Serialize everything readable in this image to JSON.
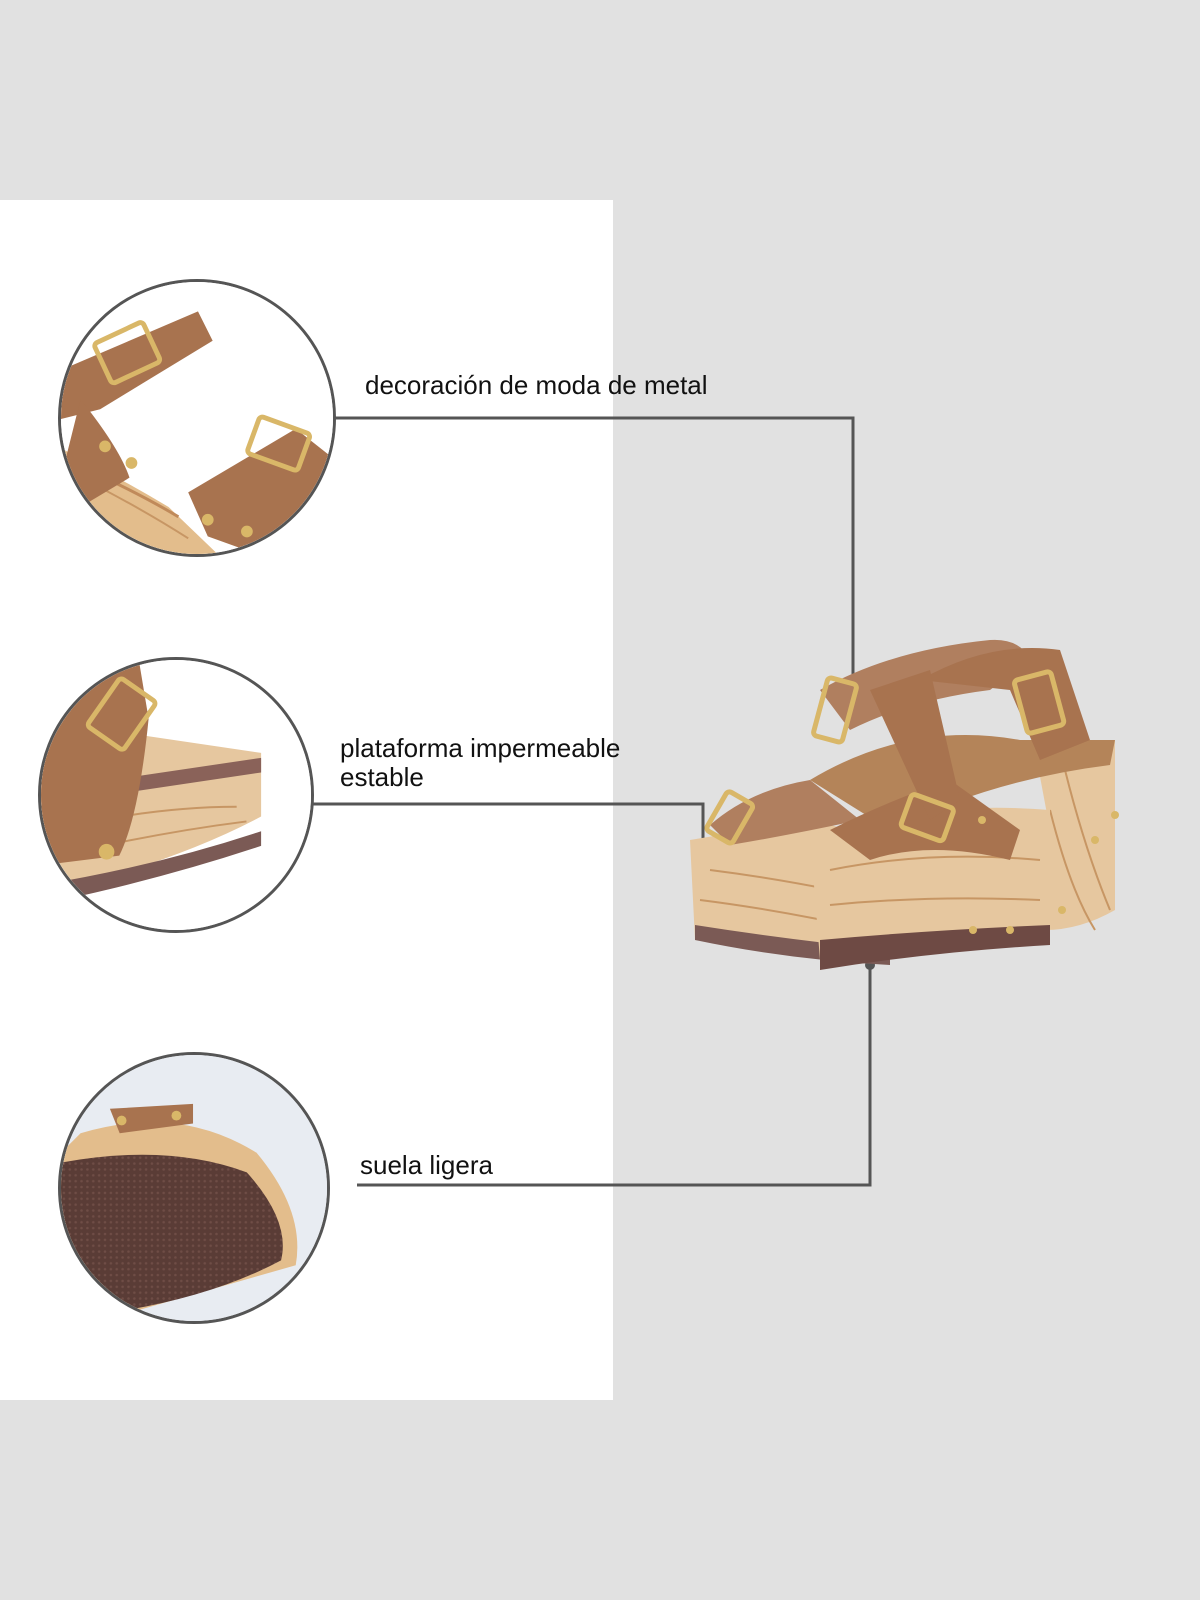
{
  "layout": {
    "background_color": "#e1e1e1",
    "panel_color": "#ffffff",
    "connector_color": "#555555"
  },
  "features": [
    {
      "label": "decoración de moda de metal",
      "detail": "buckle-strap-closeup",
      "icon": "buckle-icon"
    },
    {
      "label": "plataforma impermeable\nestable",
      "detail": "platform-closeup",
      "icon": "platform-icon"
    },
    {
      "label": "suela ligera",
      "detail": "outsole-closeup",
      "icon": "sole-icon"
    }
  ],
  "product": {
    "name": "brown buckle platform sandals",
    "colors": {
      "strap": "#b07f5f",
      "wood": "#e6c79f",
      "sole": "#6e4a44",
      "buckle": "#d8b766"
    }
  }
}
